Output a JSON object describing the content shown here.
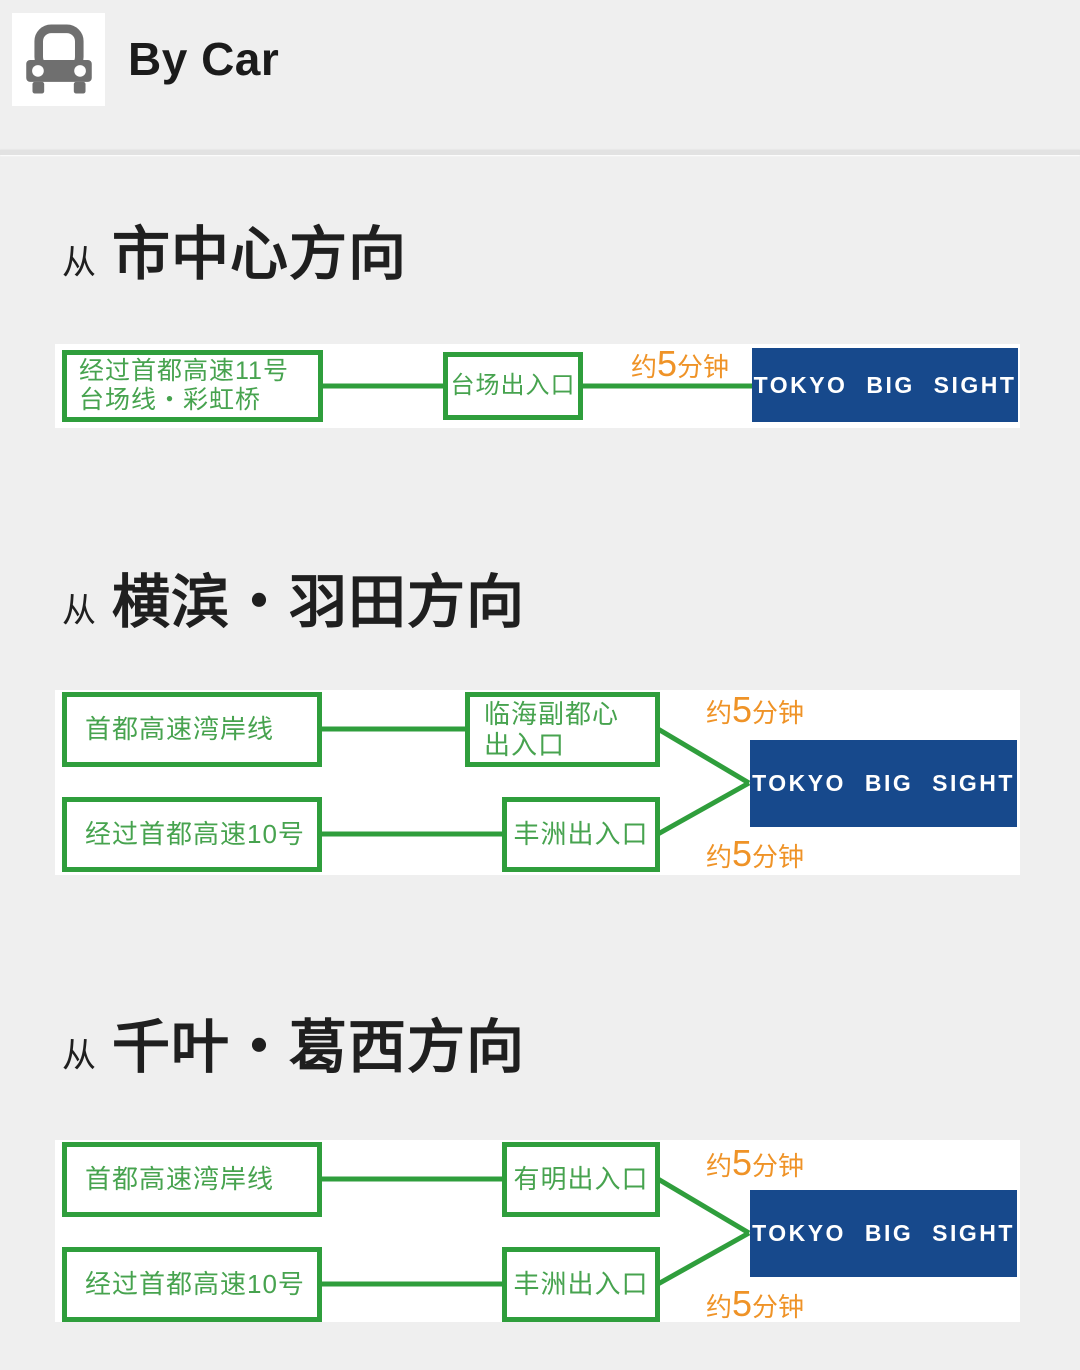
{
  "header": {
    "title": "By Car",
    "icon": "car-icon"
  },
  "colors": {
    "page_bg": "#efefef",
    "panel_bg": "#ffffff",
    "green_border": "#2f9e3c",
    "green_text": "#47a34f",
    "orange": "#ef9327",
    "blue": "#17498c",
    "heading_text": "#1f1f1f",
    "divider": "#e2e2e2",
    "icon_grey": "#6f6f6f"
  },
  "destination": {
    "label": "TOKYO BIG SIGHT"
  },
  "duration_parts": {
    "pre": "约",
    "num": "5",
    "post": "分钟"
  },
  "sections": [
    {
      "prefix": "从",
      "title": "市中心方向",
      "routes": [
        {
          "road_line1": "经过首都高速11号",
          "road_line2": "台场线・彩虹桥",
          "exit_line1": "台场出入口",
          "exit_line2": "",
          "duration": "约5分钟"
        }
      ]
    },
    {
      "prefix": "从",
      "title": "横滨・羽田方向",
      "routes": [
        {
          "road_line1": "首都高速湾岸线",
          "road_line2": "",
          "exit_line1": "临海副都心",
          "exit_line2": "出入口",
          "duration": "约5分钟"
        },
        {
          "road_line1": "经过首都高速10号",
          "road_line2": "",
          "exit_line1": "丰洲出入口",
          "exit_line2": "",
          "duration": "约5分钟"
        }
      ]
    },
    {
      "prefix": "从",
      "title": "千叶・葛西方向",
      "routes": [
        {
          "road_line1": "首都高速湾岸线",
          "road_line2": "",
          "exit_line1": "有明出入口",
          "exit_line2": "",
          "duration": "约5分钟"
        },
        {
          "road_line1": "经过首都高速10号",
          "road_line2": "",
          "exit_line1": "丰洲出入口",
          "exit_line2": "",
          "duration": "约5分钟"
        }
      ]
    }
  ]
}
